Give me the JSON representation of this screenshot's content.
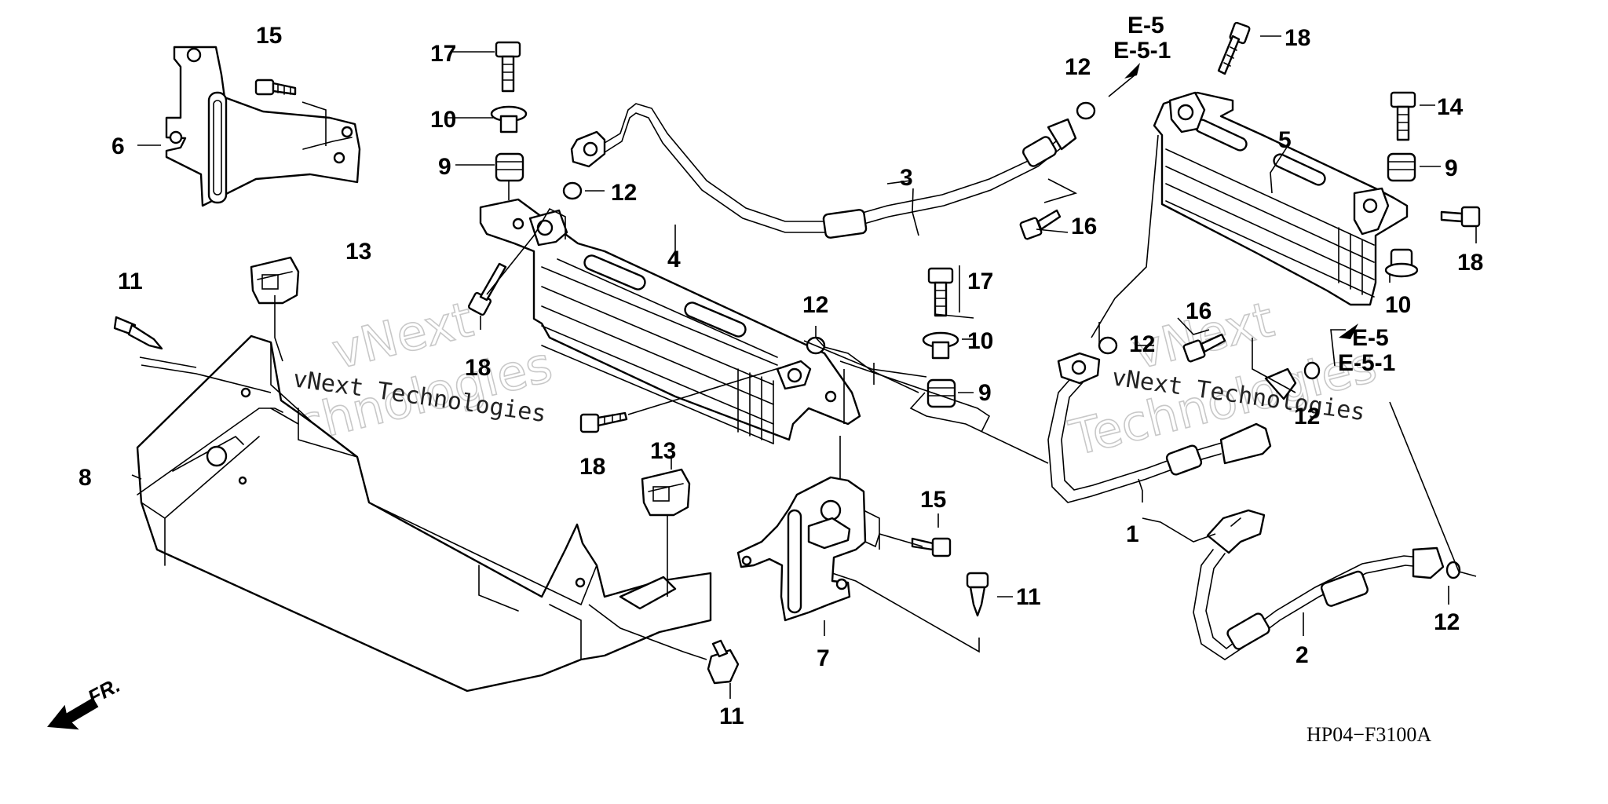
{
  "diagram_code": "HP04−F3100A",
  "direction_marker": "FR.",
  "watermark": {
    "brand": "vNext",
    "word": "Technologies",
    "caption": "vNext Technologies"
  },
  "references": [
    {
      "id": "ref-e5-top",
      "line1": "E-5",
      "line2": "E-5-1"
    },
    {
      "id": "ref-e5-right",
      "line1": "E-5",
      "line2": "E-5-1"
    }
  ],
  "callouts": [
    {
      "id": "c15a",
      "label": "15"
    },
    {
      "id": "c6",
      "label": "6"
    },
    {
      "id": "c17a",
      "label": "17"
    },
    {
      "id": "c10a",
      "label": "10"
    },
    {
      "id": "c9a",
      "label": "9"
    },
    {
      "id": "c12a",
      "label": "12"
    },
    {
      "id": "c3",
      "label": "3"
    },
    {
      "id": "c12b",
      "label": "12"
    },
    {
      "id": "c16a",
      "label": "16"
    },
    {
      "id": "c18a",
      "label": "18"
    },
    {
      "id": "c14",
      "label": "14"
    },
    {
      "id": "c5",
      "label": "5"
    },
    {
      "id": "c9b",
      "label": "9"
    },
    {
      "id": "c18b",
      "label": "18"
    },
    {
      "id": "c10b",
      "label": "10"
    },
    {
      "id": "c13a",
      "label": "13"
    },
    {
      "id": "c11a",
      "label": "11"
    },
    {
      "id": "c4",
      "label": "4"
    },
    {
      "id": "c18c",
      "label": "18"
    },
    {
      "id": "c12c",
      "label": "12"
    },
    {
      "id": "c17b",
      "label": "17"
    },
    {
      "id": "c10c",
      "label": "10"
    },
    {
      "id": "c9c",
      "label": "9"
    },
    {
      "id": "c12d",
      "label": "12"
    },
    {
      "id": "c16b",
      "label": "16"
    },
    {
      "id": "c12e",
      "label": "12"
    },
    {
      "id": "c18d",
      "label": "18"
    },
    {
      "id": "c8",
      "label": "8"
    },
    {
      "id": "c13b",
      "label": "13"
    },
    {
      "id": "c15b",
      "label": "15"
    },
    {
      "id": "c1",
      "label": "1"
    },
    {
      "id": "c11b",
      "label": "11"
    },
    {
      "id": "c7",
      "label": "7"
    },
    {
      "id": "c2",
      "label": "2"
    },
    {
      "id": "c12f",
      "label": "12"
    },
    {
      "id": "c11c",
      "label": "11"
    }
  ]
}
